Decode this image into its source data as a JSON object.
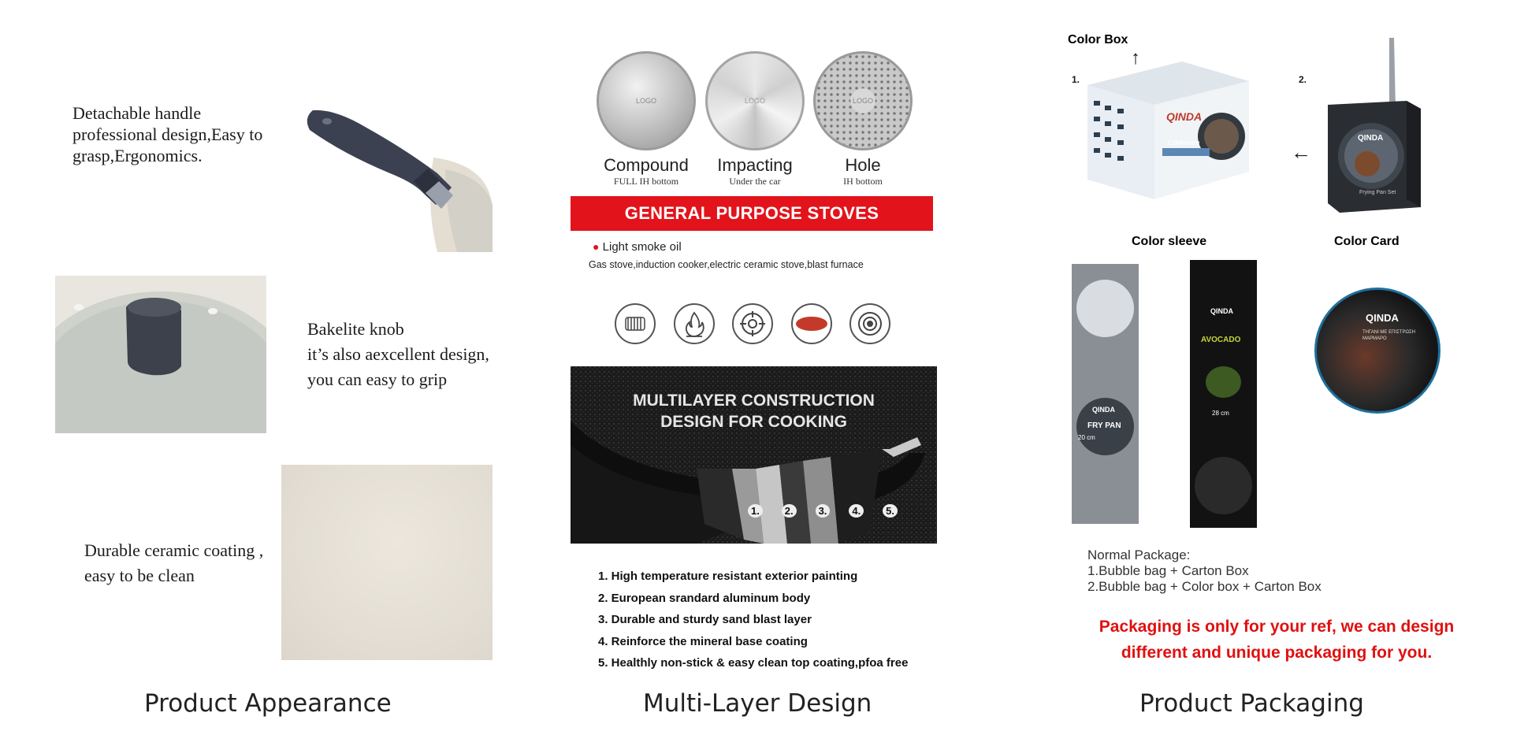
{
  "appearance": {
    "handle_note": [
      "Detachable handle",
      "professional design,Easy to",
      "grasp,Ergonomics."
    ],
    "knob_note": [
      "Bakelite knob",
      "it’s also aexcellent design,",
      "you can easy to grip"
    ],
    "coating_note": [
      "Durable ceramic coating ,",
      "easy to be clean"
    ],
    "caption": "Product Appearance"
  },
  "multilayer": {
    "bottoms": [
      {
        "title": "Compound",
        "sub": "FULL IH bottom",
        "logo": "LOGO"
      },
      {
        "title": "Impacting",
        "sub": "Under the car",
        "logo": "LOGO"
      },
      {
        "title": "Hole",
        "sub": "IH bottom",
        "logo": "LOGO"
      }
    ],
    "banner": "GENERAL PURPOSE STOVES",
    "oil_note": "Light smoke oil",
    "stoves_note": "Gas stove,induction cooker,electric ceramic stove,blast furnace",
    "stove_icons": [
      "induction-coil-icon",
      "flame-icon",
      "gas-burner-icon",
      "ceramic-plate-icon",
      "blast-furnace-icon"
    ],
    "construction_title": [
      "MULTILAYER CONSTRUCTION",
      "DESIGN FOR COOKING"
    ],
    "layer_numbers": [
      "1.",
      "2.",
      "3.",
      "4.",
      "5."
    ],
    "layers": [
      "1. High temperature resistant exterior painting",
      "2. European srandard aluminum body",
      "3. Durable and sturdy sand blast layer",
      "4. Reinforce the mineral base coating",
      "5. Healthly non-stick & easy clean top coating,pfoa free"
    ],
    "caption": "Multi-Layer Design",
    "colors": {
      "banner_red": "#e3131b"
    }
  },
  "packaging": {
    "color_box_title": "Color Box",
    "step1": "1.",
    "step2": "2.",
    "box_brand": "QINDA",
    "box_label": "Cookware",
    "box_sub": "Frying Pan Set",
    "color_sleeve_title": "Color sleeve",
    "color_card_title": "Color Card",
    "sleeve1": {
      "brand": "QINDA",
      "product": "FRY PAN",
      "size": "20 cm"
    },
    "sleeve2": {
      "brand": "QINDA",
      "product": "AVOCADO",
      "size": "28 cm"
    },
    "card": {
      "brand": "QINDA",
      "text": "ΤΗΓΑΝΙ ΜΕ ΕΠΙΣΤΡΩΣΗ ΜΑΡΜΑΡΟ"
    },
    "normal_title": "Normal Package:",
    "normal_lines": [
      "1.Bubble bag + Carton Box",
      "2.Bubble bag + Color box + Carton Box"
    ],
    "red_note": [
      "Packaging is only for your ref, we can design",
      "different and unique packaging for you."
    ],
    "caption": "Product Packaging",
    "colors": {
      "note_red": "#e01010"
    }
  }
}
